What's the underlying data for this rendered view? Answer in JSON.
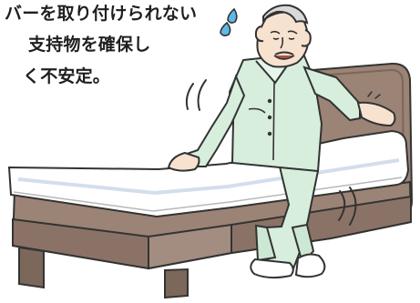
{
  "caption": {
    "lines": [
      "バーを取り付けられない",
      "支持物を確保し",
      "く不安定。"
    ]
  },
  "palette": {
    "outline": "#333333",
    "bed_frame": "#9b8375",
    "bed_frame_dark": "#6d5a4f",
    "mattress": "#ffffff",
    "mattress_shadow": "#c8d6e8",
    "pajamas": "#d7eedd",
    "pajamas_shadow": "#bfe0c7",
    "skin": "#f7e2cf",
    "hair": "#d9d9d9",
    "sweat_drop": "#5fb9e6"
  },
  "icons": {
    "sweat": "sweat-drop-icon",
    "shake": "shake-lines-icon"
  }
}
